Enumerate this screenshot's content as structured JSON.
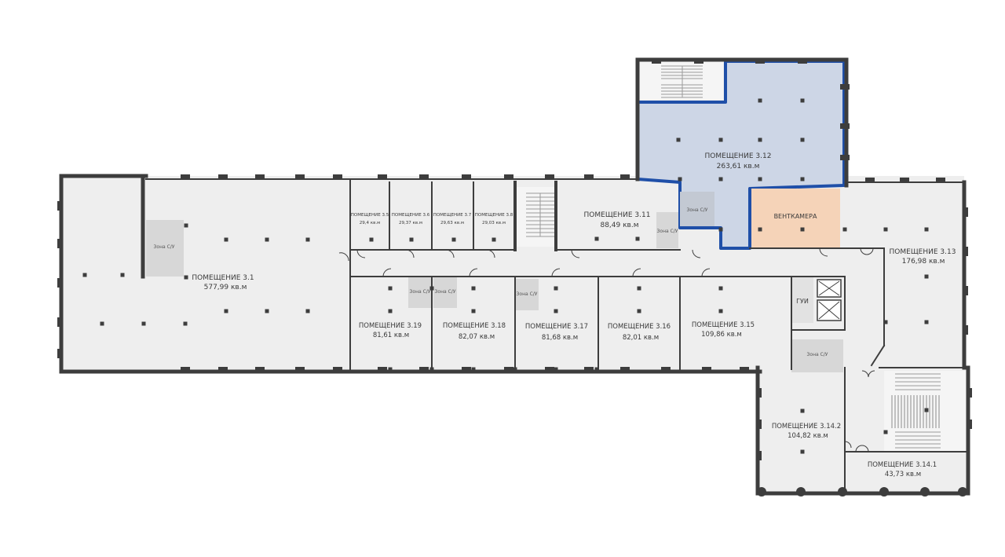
{
  "colors": {
    "floor": "#eeeeee",
    "wall": "#3d3d3d",
    "selected_fill": "#cdd6e6",
    "selected_stroke": "#1f4fa8",
    "vent_fill": "#f5d3b8",
    "zone_fill": "#d7d7d7"
  },
  "rooms": {
    "r3_1": {
      "name": "ПОМЕЩЕНИЕ 3.1",
      "area": "577,99 кв.м"
    },
    "r3_5": {
      "name": "ПОМЕЩЕНИЕ 3.5",
      "area": "29,4 кв.м"
    },
    "r3_6": {
      "name": "ПОМЕЩЕНИЕ 3.6",
      "area": "29,37 кв.м"
    },
    "r3_7": {
      "name": "ПОМЕЩЕНИЕ 3.7",
      "area": "29,63 кв.м"
    },
    "r3_8": {
      "name": "ПОМЕЩЕНИЕ 3.8",
      "area": "29,03 кв.м"
    },
    "r3_11": {
      "name": "ПОМЕЩЕНИЕ 3.11",
      "area": "88,49 кв.м"
    },
    "r3_12": {
      "name": "ПОМЕЩЕНИЕ 3.12",
      "area": "263,61 кв.м"
    },
    "vent": {
      "name": "ВЕНТКАМЕРА"
    },
    "r3_13": {
      "name": "ПОМЕЩЕНИЕ 3.13",
      "area": "176,98 кв.м"
    },
    "r3_19": {
      "name": "ПОМЕЩЕНИЕ 3.19",
      "area": "81,61 кв.м"
    },
    "r3_18": {
      "name": "ПОМЕЩЕНИЕ 3.18",
      "area": "82,07 кв.м"
    },
    "r3_17": {
      "name": "ПОМЕЩЕНИЕ 3.17",
      "area": "81,68 кв.м"
    },
    "r3_16": {
      "name": "ПОМЕЩЕНИЕ 3.16",
      "area": "82,01 кв.м"
    },
    "r3_15": {
      "name": "ПОМЕЩЕНИЕ 3.15",
      "area": "109,86 кв.м"
    },
    "r3_14_2": {
      "name": "ПОМЕЩЕНИЕ 3.14.2",
      "area": "104,82 кв.м"
    },
    "r3_14_1": {
      "name": "ПОМЕЩЕНИЕ 3.14.1",
      "area": "43,73 кв.м"
    },
    "gui": {
      "name": "ГУИ"
    }
  },
  "zones": {
    "z1": "Зона С/У",
    "z2": "Зона С/У",
    "z3": "Зона С/У",
    "z4": "Зона С/У",
    "z5": "Зона С/У",
    "z6": "Зона С/У",
    "z7": "Зона С/У"
  }
}
